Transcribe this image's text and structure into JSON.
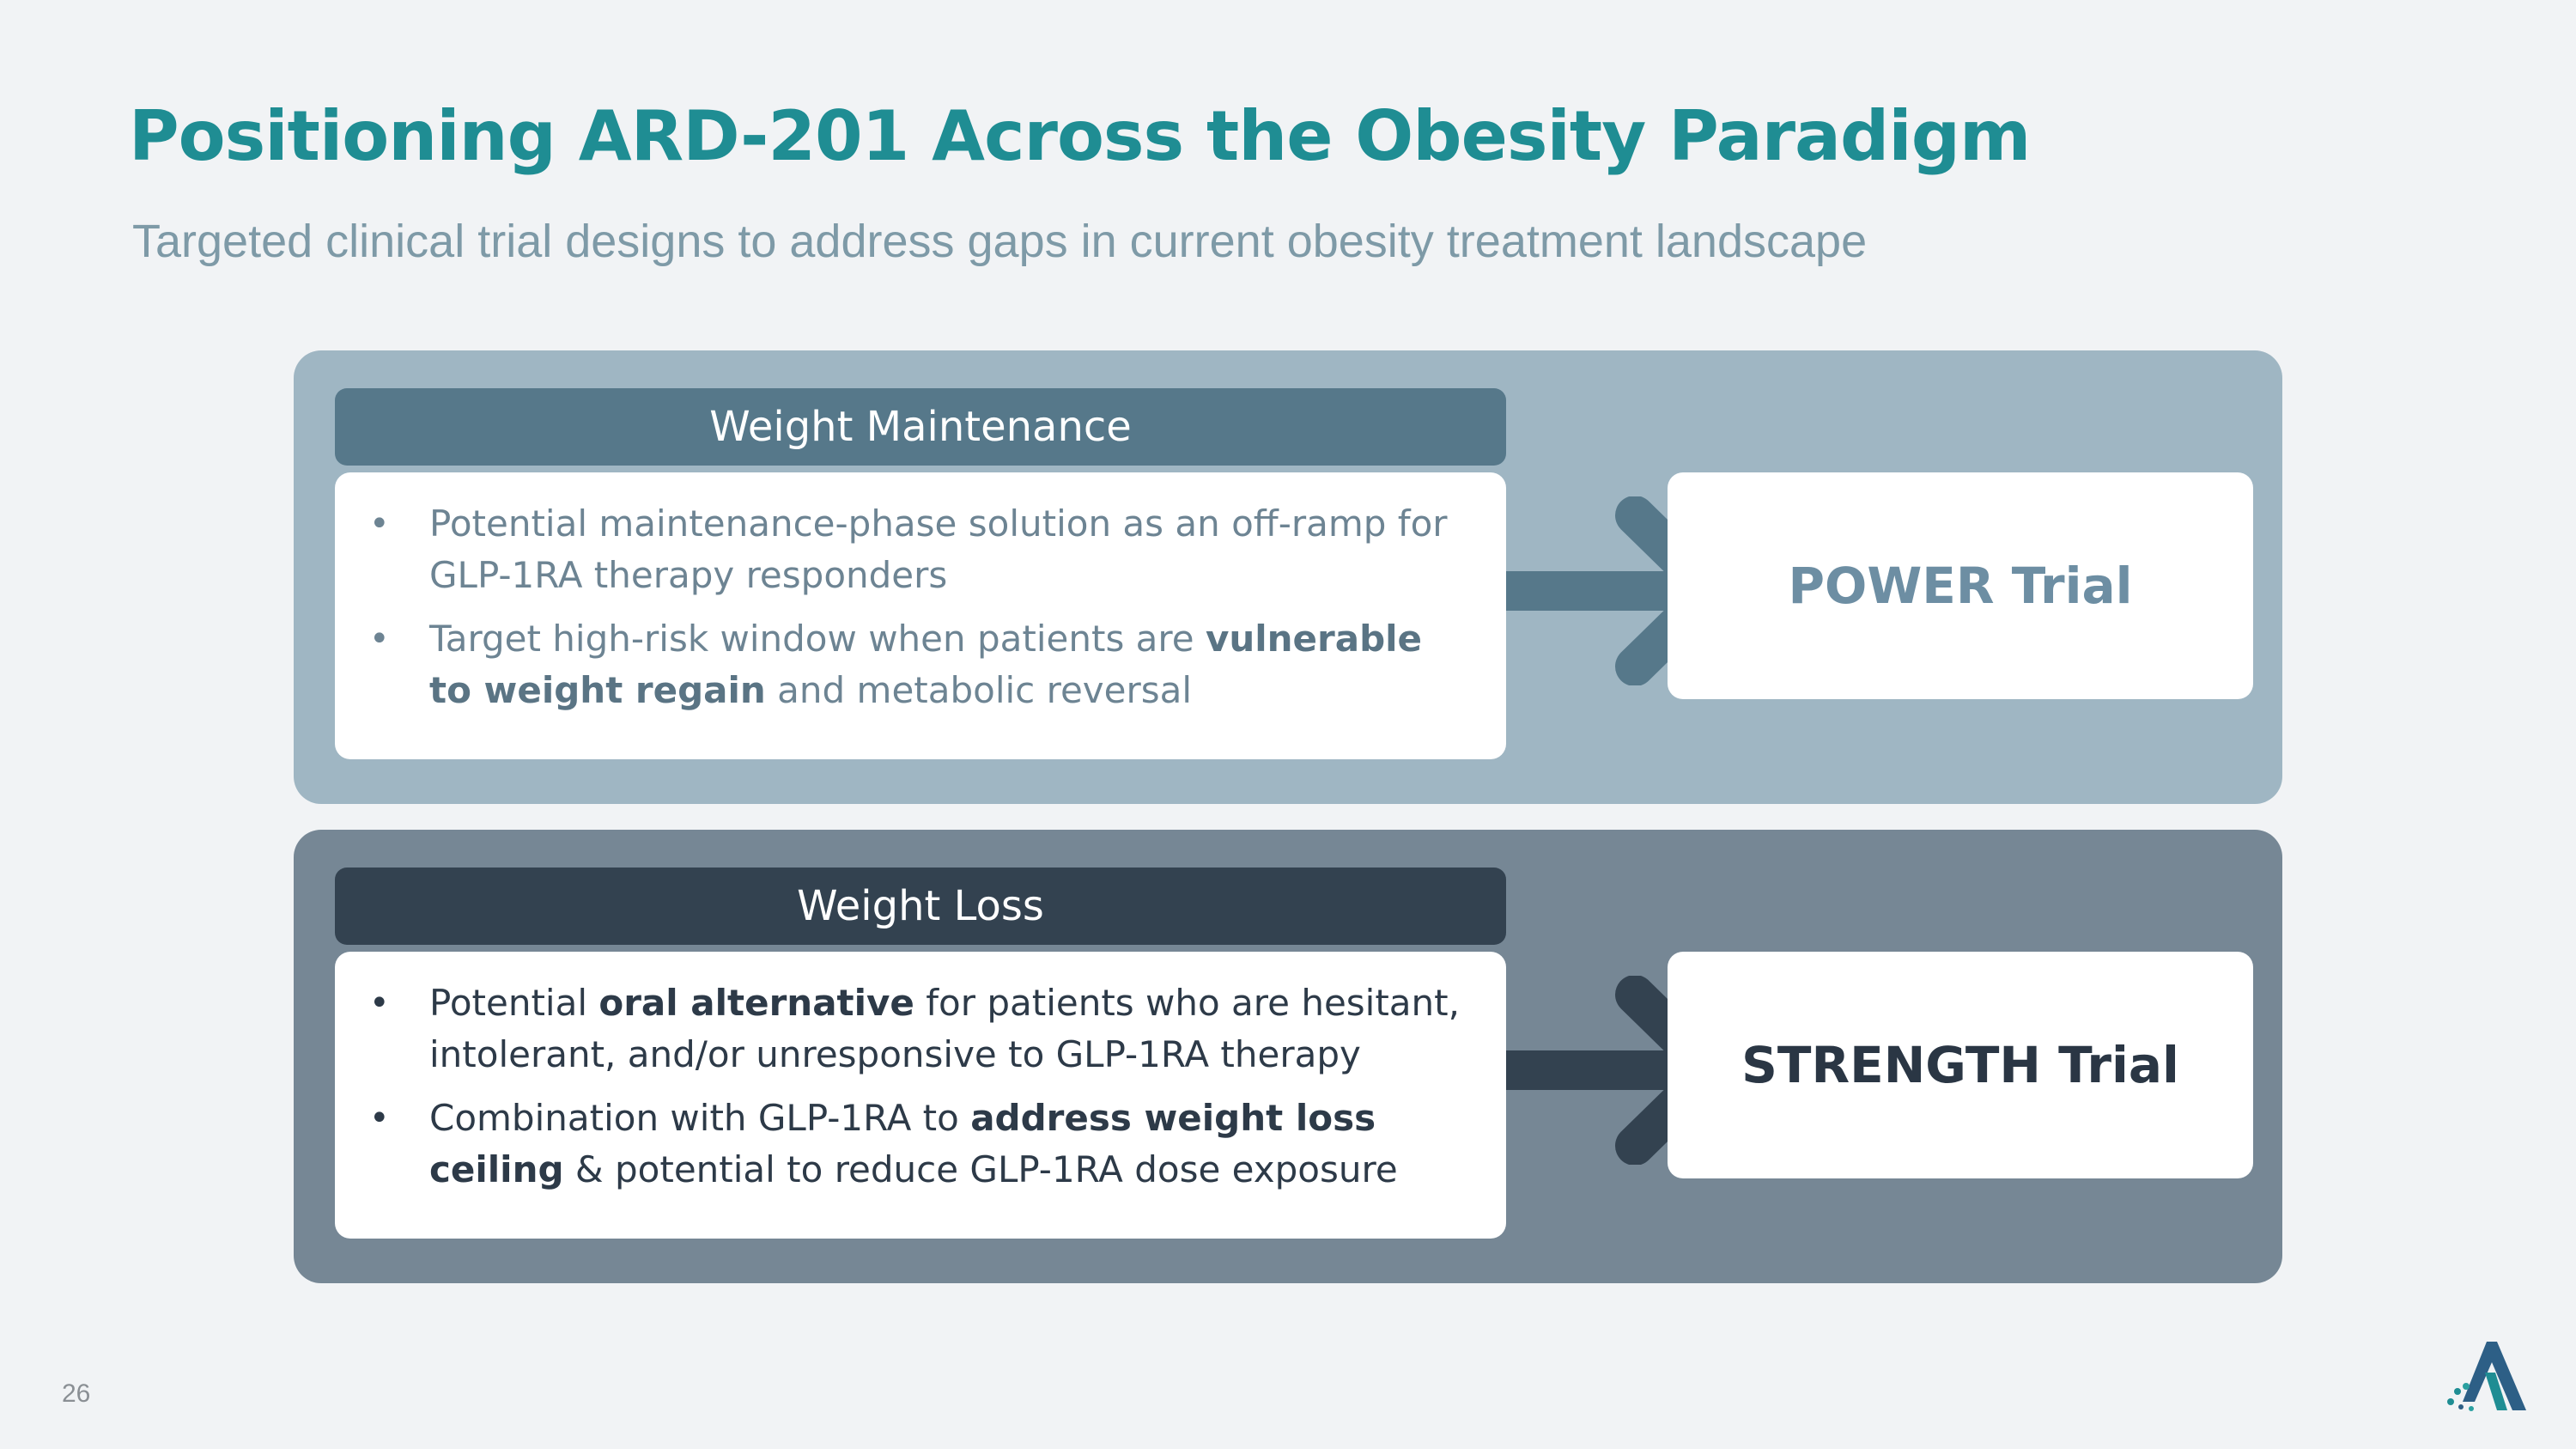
{
  "slide": {
    "title": "Positioning ARD-201 Across the Obesity Paradigm",
    "subtitle": "Targeted clinical trial designs to address gaps in current obesity treatment landscape",
    "page_number": "26"
  },
  "maintenance": {
    "header": "Weight Maintenance",
    "bullet1": {
      "text": "Potential maintenance-phase solution as an off-ramp for GLP-1RA therapy responders"
    },
    "bullet2": {
      "pre": "Target high-risk window when patients are ",
      "bold": "vulnerable to weight regain",
      "post": " and metabolic reversal"
    },
    "trial": "POWER Trial"
  },
  "loss": {
    "header": "Weight Loss",
    "bullet1": {
      "pre": "Potential ",
      "bold": "oral alternative",
      "post": " for patients who are hesitant, intolerant, and/or unresponsive to GLP-1RA therapy"
    },
    "bullet2": {
      "pre": "Combination with GLP-1RA to ",
      "bold": "address weight loss ceiling",
      "post": " & potential to reduce GLP-1RA dose exposure"
    },
    "trial": "STRENGTH Trial"
  },
  "bullet_symbol": "•",
  "colors": {
    "title": "#1f8d93",
    "maintenance_accent": "#56788a",
    "loss_accent": "#334250"
  },
  "icons": {
    "arrow": "right-arrow-icon",
    "logo": "company-logo-icon"
  }
}
